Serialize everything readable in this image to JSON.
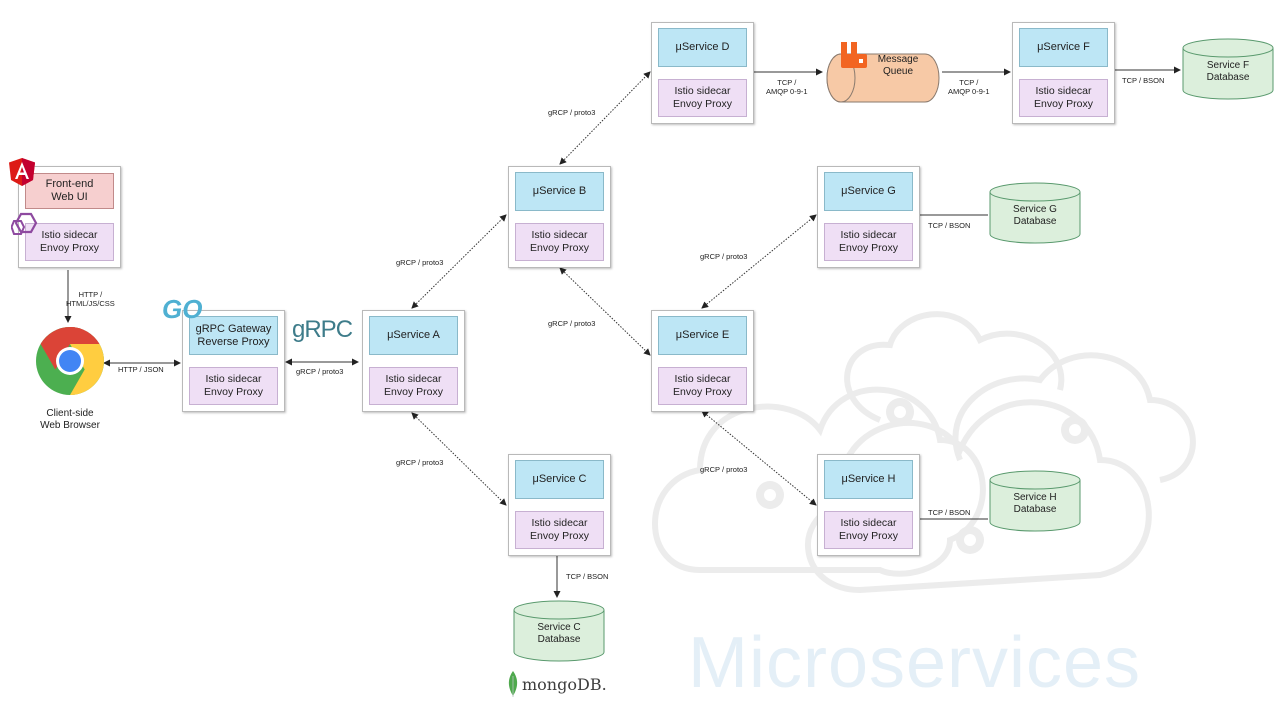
{
  "watermark": "Microservices",
  "services": {
    "frontend": {
      "title": "Front-end\nWeb UI",
      "proxy": "Istio sidecar\nEnvoy Proxy"
    },
    "gateway": {
      "title": "gRPC Gateway\nReverse Proxy",
      "proxy": "Istio sidecar\nEnvoy Proxy"
    },
    "a": {
      "title": "μService A",
      "proxy": "Istio sidecar\nEnvoy Proxy"
    },
    "b": {
      "title": "μService B",
      "proxy": "Istio sidecar\nEnvoy Proxy"
    },
    "c": {
      "title": "μService C",
      "proxy": "Istio sidecar\nEnvoy Proxy"
    },
    "d": {
      "title": "μService D",
      "proxy": "Istio sidecar\nEnvoy Proxy"
    },
    "e": {
      "title": "μService E",
      "proxy": "Istio sidecar\nEnvoy Proxy"
    },
    "f": {
      "title": "μService F",
      "proxy": "Istio sidecar\nEnvoy Proxy"
    },
    "g": {
      "title": "μService G",
      "proxy": "Istio sidecar\nEnvoy Proxy"
    },
    "h": {
      "title": "μService H",
      "proxy": "Istio sidecar\nEnvoy Proxy"
    }
  },
  "databases": {
    "c": "Service C\nDatabase",
    "f": "Service F\nDatabase",
    "g": "Service G\nDatabase",
    "h": "Service H\nDatabase"
  },
  "message_queue": "Message\nQueue",
  "browser_label": "Client-side\nWeb Browser",
  "logos": {
    "grpc": "gRPC",
    "go": "GO",
    "mongodb": "mongoDB."
  },
  "edge_labels": {
    "http_html": "HTTP /\nHTML/JS/CSS",
    "http_json": "HTTP / JSON",
    "gw_a": "gRCP / proto3",
    "a_b": "gRCP / proto3",
    "a_c": "gRCP / proto3",
    "b_d": "gRCP / proto3",
    "b_e": "gRCP / proto3",
    "e_g": "gRCP / proto3",
    "e_h": "gRCP / proto3",
    "d_mq": "TCP /\nAMQP 0-9-1",
    "mq_f": "TCP /\nAMQP 0-9-1",
    "f_db": "TCP / BSON",
    "g_db": "TCP / BSON",
    "h_db": "TCP / BSON",
    "c_db": "TCP / BSON"
  },
  "colors": {
    "service_title": "#bde6f5",
    "sidecar": "#efdff5",
    "frontend": "#f6cfcf",
    "database": "#dcefdc",
    "queue": "#f7c9a6",
    "angular": "#dd1b16",
    "mongodb_leaf": "#4fa94d"
  }
}
